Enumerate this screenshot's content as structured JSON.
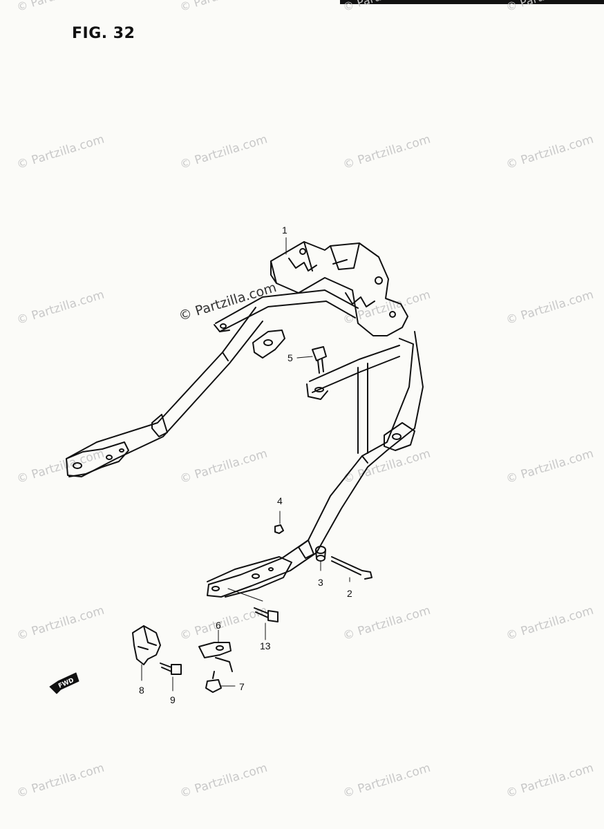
{
  "figure": {
    "label": "FIG. 32"
  },
  "watermark": {
    "text": "© Partzilla.com",
    "top_fragment": "© Partzilla.com"
  },
  "direction_marker": {
    "label": "FWD"
  },
  "callouts": [
    {
      "id": "1",
      "label": "1"
    },
    {
      "id": "2",
      "label": "2"
    },
    {
      "id": "3",
      "label": "3"
    },
    {
      "id": "4",
      "label": "4"
    },
    {
      "id": "5",
      "label": "5"
    },
    {
      "id": "6",
      "label": "6"
    },
    {
      "id": "7",
      "label": "7"
    },
    {
      "id": "8",
      "label": "8"
    },
    {
      "id": "9",
      "label": "9"
    },
    {
      "id": "13",
      "label": "13"
    }
  ],
  "footer": {
    "lines": [
      "",
      ""
    ]
  },
  "colors": {
    "ink": "#111111",
    "watermark": "#c8c8c8",
    "paper": "#fbfbf8"
  }
}
